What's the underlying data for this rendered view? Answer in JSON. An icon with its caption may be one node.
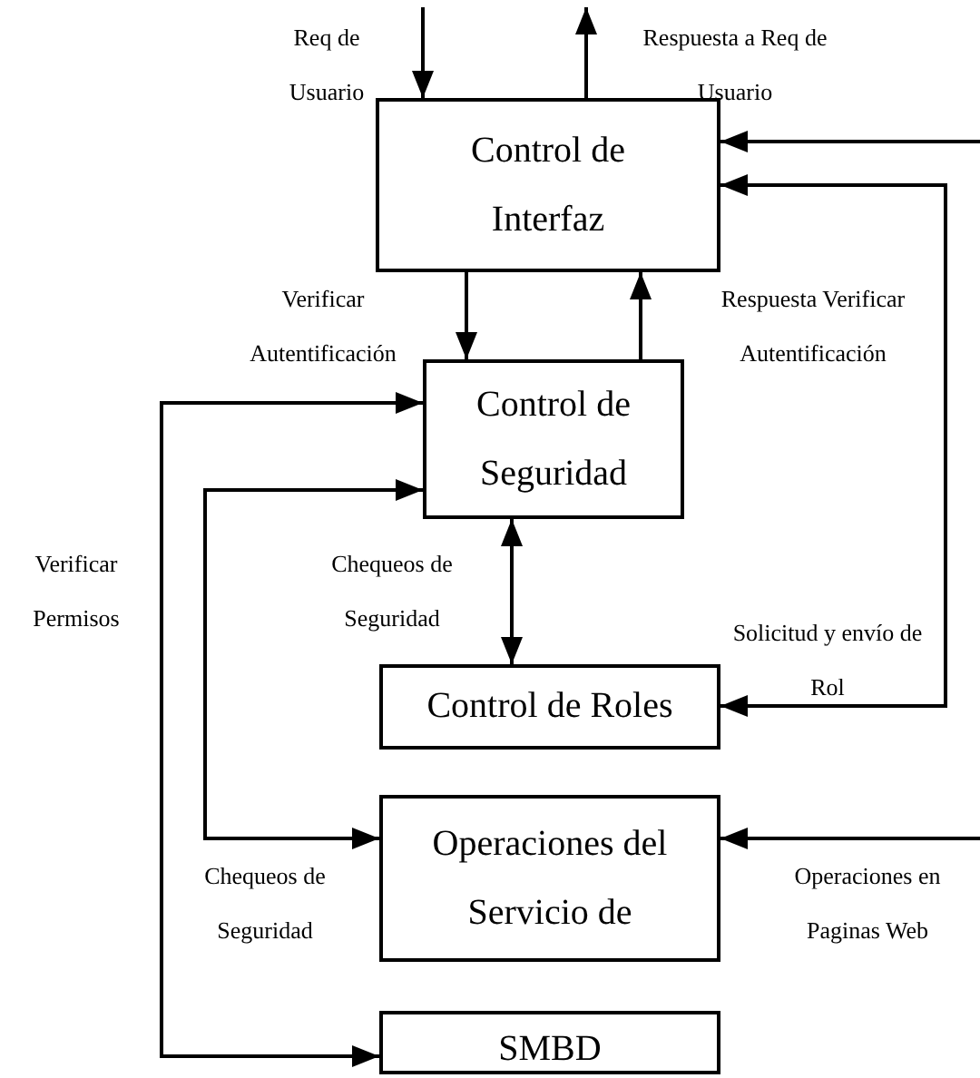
{
  "diagram": {
    "nodes": [
      {
        "text": [
          "Control de Interfaz"
        ]
      },
      {
        "text": [
          "Control de Seguridad"
        ]
      },
      {
        "text": [
          "Control de Roles"
        ]
      },
      {
        "text": [
          "Operaciones del Servicio de"
        ]
      },
      {
        "text": [
          "SMBD"
        ]
      }
    ],
    "edges": [
      {
        "from": null,
        "to": 0,
        "arrow": "to",
        "label": "Req de Usuario"
      },
      {
        "from": 0,
        "to": null,
        "arrow": "to",
        "label": "Respuesta a Req de Usuario"
      },
      {
        "from": null,
        "to": 0,
        "arrow": "to"
      },
      {
        "from": 2,
        "to": 0,
        "arrow": "both",
        "label": "Solicitud y envío de Rol"
      },
      {
        "from": 0,
        "to": 1,
        "arrow": "to",
        "label": "Verificar Autentificación"
      },
      {
        "from": 1,
        "to": 0,
        "arrow": "to",
        "label": "Respuesta Verificar Autentificación"
      },
      {
        "from": 1,
        "to": 2,
        "arrow": "both",
        "label": "Chequeos de Seguridad"
      },
      {
        "from": 1,
        "to": 4,
        "arrow": "both",
        "label": "Verificar Permisos"
      },
      {
        "from": 1,
        "to": 3,
        "arrow": "both",
        "label": "Chequeos de Seguridad"
      },
      {
        "from": null,
        "to": 3,
        "arrow": "to",
        "label": "Operaciones en Paginas Web"
      }
    ]
  }
}
